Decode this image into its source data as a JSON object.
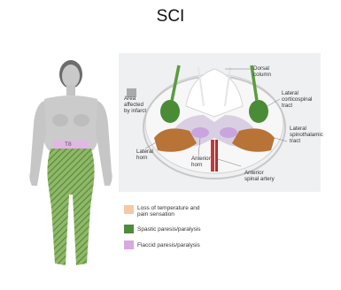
{
  "title": "SCI",
  "body": {
    "level_label": "T8"
  },
  "cross_section": {
    "labels": {
      "area_affected": "Area\naffected\nby infarct",
      "dorsal_column": "Dorsal\ncolumn",
      "lateral_corticospinal": "Lateral\ncorticospinal\ntract",
      "lateral_spinothalamic": "Lateral\nspinothalamic\ntract",
      "lateral_horn": "Lateral\nhorn",
      "anterior_horn": "Anterior\nhorn",
      "anterior_spinal_artery": "Anterior\nspinal artery"
    }
  },
  "legend": [
    {
      "label": "Loss of temperature and\npain sensation",
      "color": "#f6c9a6"
    },
    {
      "label": "Spastic paresis/paralysis",
      "color": "#4f8a3d"
    },
    {
      "label": "Flaccid paresis/paralysis",
      "color": "#d8a8e0"
    }
  ],
  "colors": {
    "body_skin": "#c9c9c9",
    "hatch_green": "#6f9e45",
    "band_purple": "#e3b6e8",
    "area_gray": "#a9aaae",
    "artery_red": "#c23a3a",
    "horn_brown": "#b87337",
    "tract_green": "#4a8b36",
    "purple_region": "#c9a4dd"
  }
}
